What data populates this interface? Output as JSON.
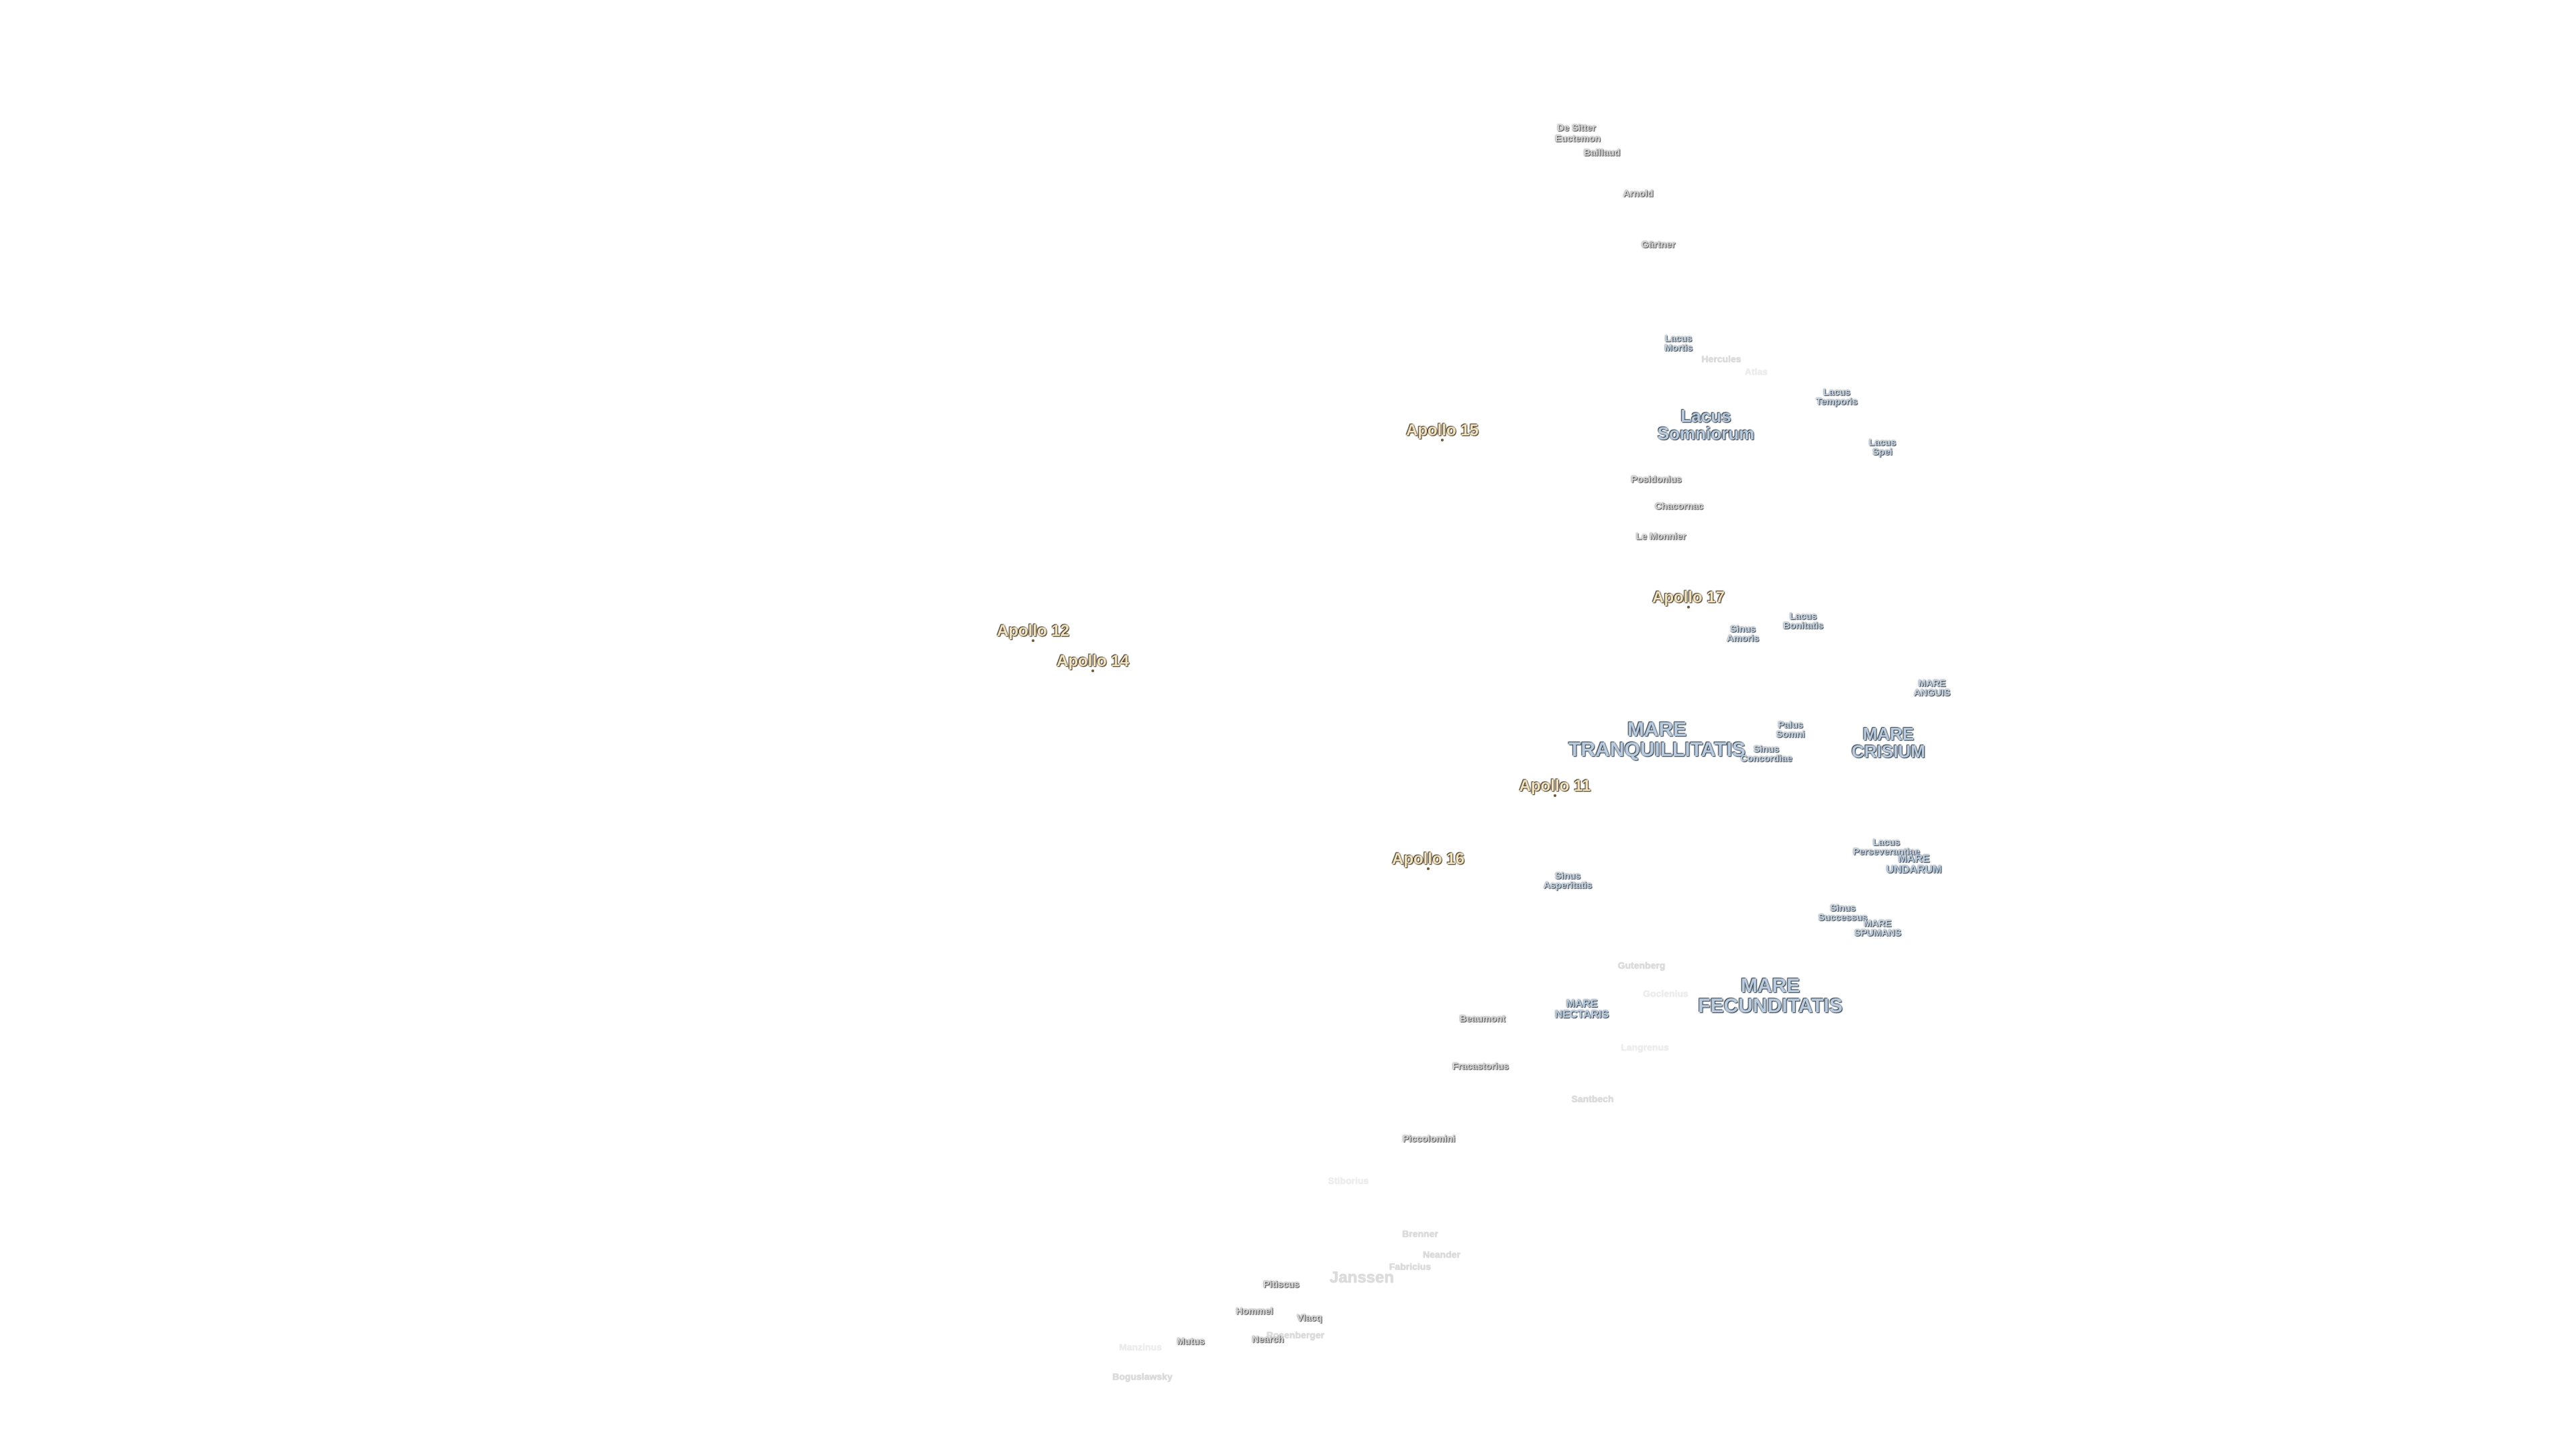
{
  "labels": [
    {
      "id": "de-sitter",
      "text": "De Sitter",
      "kind": "crater"
    },
    {
      "id": "euctemon",
      "text": "Euctemon",
      "kind": "crater"
    },
    {
      "id": "baillaud",
      "text": "Baillaud",
      "kind": "crater"
    },
    {
      "id": "arnold",
      "text": "Arnold",
      "kind": "crater"
    },
    {
      "id": "gartner",
      "text": "Gärtner",
      "kind": "crater"
    },
    {
      "id": "lacus-mortis",
      "text": "Lacus\nMortis",
      "kind": "minor"
    },
    {
      "id": "hercules",
      "text": "Hercules",
      "kind": "faint"
    },
    {
      "id": "atlas",
      "text": "Atlas",
      "kind": "faint2"
    },
    {
      "id": "lacus-temporis",
      "text": "Lacus\nTemporis",
      "kind": "minor"
    },
    {
      "id": "lacus-somniorum",
      "text": "Lacus\nSomniorum",
      "kind": "mare-m"
    },
    {
      "id": "lacus-spei",
      "text": "Lacus\nSpei",
      "kind": "minor"
    },
    {
      "id": "posidonius",
      "text": "Posidonius",
      "kind": "crater"
    },
    {
      "id": "chacornac",
      "text": "Chacornac",
      "kind": "crater"
    },
    {
      "id": "le-monnier",
      "text": "Le Monnier",
      "kind": "crater"
    },
    {
      "id": "sinus-amoris",
      "text": "Sinus\nAmoris",
      "kind": "minor"
    },
    {
      "id": "lacus-bonitatis",
      "text": "Lacus\nBonitatis",
      "kind": "minor"
    },
    {
      "id": "mare-anguis",
      "text": "MARE\nANGUIS",
      "kind": "minor"
    },
    {
      "id": "mare-tranquillitatis",
      "text": "MARE\nTRANQUILLITATIS",
      "kind": "mare"
    },
    {
      "id": "palus-somni",
      "text": "Palus\nSomni",
      "kind": "minor"
    },
    {
      "id": "sinus-concordiae",
      "text": "Sinus\nConcordiae",
      "kind": "minor"
    },
    {
      "id": "mare-crisium",
      "text": "MARE\nCRISIUM",
      "kind": "mare-m"
    },
    {
      "id": "lacus-perseverantiae",
      "text": "Lacus\nPerseverantiae",
      "kind": "minor"
    },
    {
      "id": "mare-undarum",
      "text": "MARE\nUNDARUM",
      "kind": "mare-s"
    },
    {
      "id": "sinus-asperitatis",
      "text": "Sinus\nAsperitatis",
      "kind": "minor"
    },
    {
      "id": "sinus-successus",
      "text": "Sinus\nSuccessus",
      "kind": "minor"
    },
    {
      "id": "mare-spumans",
      "text": "MARE\nSPUMANS",
      "kind": "minor"
    },
    {
      "id": "gutenberg",
      "text": "Gutenberg",
      "kind": "faint"
    },
    {
      "id": "goclenius",
      "text": "Goclenius",
      "kind": "faint2"
    },
    {
      "id": "mare-fecunditatis",
      "text": "MARE\nFECUNDITATIS",
      "kind": "mare"
    },
    {
      "id": "beaumont",
      "text": "Beaumont",
      "kind": "crater"
    },
    {
      "id": "mare-nectaris",
      "text": "MARE\nNECTARIS",
      "kind": "mare-s"
    },
    {
      "id": "langrenus",
      "text": "Langrenus",
      "kind": "faint2"
    },
    {
      "id": "fracastorius",
      "text": "Fracastorius",
      "kind": "crater"
    },
    {
      "id": "santbech",
      "text": "Santbech",
      "kind": "faint"
    },
    {
      "id": "piccolomini",
      "text": "Piccolomini",
      "kind": "crater"
    },
    {
      "id": "stiborius",
      "text": "Stiborius",
      "kind": "faint2"
    },
    {
      "id": "brenner",
      "text": "Brenner",
      "kind": "faint"
    },
    {
      "id": "neander",
      "text": "Neander",
      "kind": "faint"
    },
    {
      "id": "fabricius",
      "text": "Fabricius",
      "kind": "faint"
    },
    {
      "id": "janssen",
      "text": "Janssen",
      "kind": "faint-big"
    },
    {
      "id": "pitiscus",
      "text": "Pitiscus",
      "kind": "crater"
    },
    {
      "id": "hommel",
      "text": "Hommel",
      "kind": "crater"
    },
    {
      "id": "vlacq",
      "text": "Vlacq",
      "kind": "crater"
    },
    {
      "id": "rosenberger",
      "text": "Rosenberger",
      "kind": "faint"
    },
    {
      "id": "nearch",
      "text": "Nearch",
      "kind": "crater"
    },
    {
      "id": "mutus",
      "text": "Mutus",
      "kind": "crater"
    },
    {
      "id": "manzinus",
      "text": "Manzinus",
      "kind": "faint2"
    },
    {
      "id": "boguslawsky",
      "text": "Boguslawsky",
      "kind": "faint"
    }
  ],
  "apollo_sites": [
    {
      "id": "apollo-15",
      "text": "Apollo 15"
    },
    {
      "id": "apollo-17",
      "text": "Apollo 17"
    },
    {
      "id": "apollo-12",
      "text": "Apollo 12"
    },
    {
      "id": "apollo-14",
      "text": "Apollo 14"
    },
    {
      "id": "apollo-11",
      "text": "Apollo 11"
    },
    {
      "id": "apollo-16",
      "text": "Apollo 16"
    }
  ]
}
